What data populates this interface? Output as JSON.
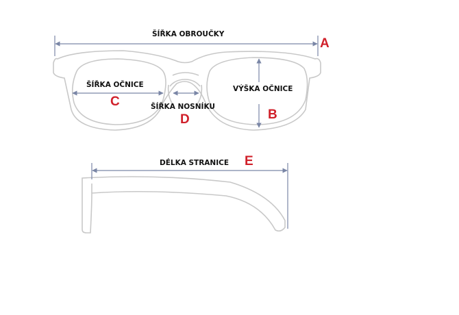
{
  "labels": {
    "frame_width": "ŠÍŘKA OBROUČKY",
    "lens_width": "ŠÍŘKA OČNICE",
    "lens_height": "VÝŠKA OČNICE",
    "bridge_width": "ŠÍŘKA NOSNÍKU",
    "temple_length": "DÉLKA STRANICE"
  },
  "letters": {
    "frame_width": "A",
    "lens_height": "B",
    "lens_width": "C",
    "bridge_width": "D",
    "temple_length": "E"
  },
  "colors": {
    "outline": "#c8c8c8",
    "arrow": "#7a86a6",
    "letter": "#d0202a",
    "text": "#111111"
  }
}
